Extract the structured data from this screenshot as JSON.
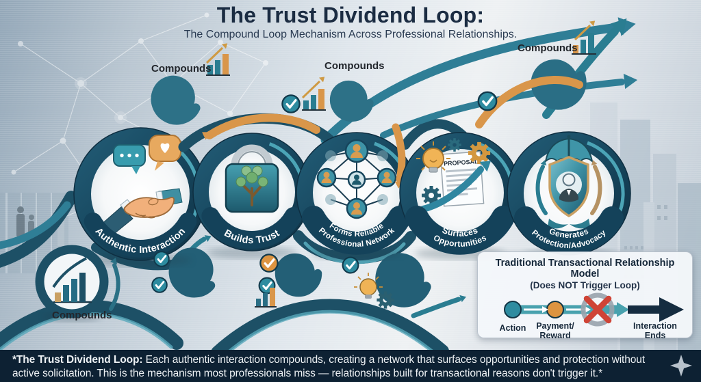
{
  "header": {
    "title": "The Trust Dividend Loop:",
    "subtitle": "The Compound Loop Mechanism Across Professional Relationships."
  },
  "nodes": [
    {
      "id": "authentic-interaction",
      "lines": [
        "Authentic Interaction",
        ""
      ]
    },
    {
      "id": "builds-trust",
      "lines": [
        "Builds Trust",
        ""
      ]
    },
    {
      "id": "forms-reliable-professional-network",
      "lines": [
        "Forms Reliable",
        "Professional Network"
      ]
    },
    {
      "id": "surfaces-opportunities",
      "lines": [
        "Surfaces",
        "Opportunities"
      ],
      "doc_label": "PROPOSAL"
    },
    {
      "id": "generates-protection-advocacy",
      "lines": [
        "Generates",
        "Protection/Advocacy"
      ]
    }
  ],
  "compounds": {
    "labels": [
      "Compounds",
      "Compounds",
      "Compounds",
      "Compounds"
    ]
  },
  "traditional_model": {
    "title": "Traditional Transactional Relationship Model",
    "subtitle": "(Does NOT Trigger Loop)",
    "steps": [
      [
        "Action"
      ],
      [
        "Payment/",
        "Reward"
      ],
      [
        "Interaction",
        "Ends"
      ]
    ]
  },
  "footer": {
    "lead": "*The Trust Dividend Loop:",
    "text": " Each authentic interaction compounds, creating a network that surfaces opportunities and protection without active solicitation. This is the mechanism most professionals miss — relationships built for transactional reasons don't trigger it.*"
  },
  "icons": {
    "handshake-icon": "clasped-hands-with-speech-and-heart-bubbles",
    "lock-tree-icon": "padlock-with-tree",
    "network-icon": "people-network-web",
    "lightbulb-icon": "bulb",
    "gear-icon": "gear",
    "proposal-doc-icon": "document",
    "shield-person-icon": "shield-with-person",
    "umbrella-icon": "umbrella",
    "bar-chart-icon": "rising-bars-with-arrow",
    "check-icon": "✓",
    "spiral-icon": "swirl",
    "red-x-icon": "✕",
    "sparkle-icon": "✦"
  },
  "colors": {
    "dark_navy_ring": "#16455c",
    "teal": "#2f7e96",
    "light_teal": "#57a8ba",
    "orange": "#d9964a",
    "tan": "#c9a063",
    "red_x": "#cf4436",
    "footer_bg": "#0d2133",
    "title_navy": "#1b2c42"
  }
}
